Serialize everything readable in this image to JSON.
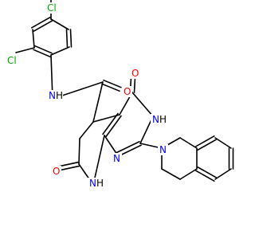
{
  "structure": {
    "atoms": [
      {
        "id": "cl1",
        "label": "Cl",
        "color": "#00aa00"
      },
      {
        "id": "cl2",
        "label": "Cl",
        "color": "#00aa00"
      },
      {
        "id": "nh_amide",
        "label": "N",
        "sub": "H",
        "color": "#0000ff"
      },
      {
        "id": "o_amide",
        "label": "O",
        "color": "#ff0000"
      },
      {
        "id": "o_pyr",
        "label": "O",
        "color": "#ff0000"
      },
      {
        "id": "n3",
        "label": "N",
        "sub": "H",
        "color": "#0000ff"
      },
      {
        "id": "n1",
        "label": "N",
        "color": "#0000ff"
      },
      {
        "id": "n_iq",
        "label": "N",
        "color": "#0000ff"
      },
      {
        "id": "nh8",
        "label": "N",
        "sub": "H",
        "color": "#0000ff"
      },
      {
        "id": "o7",
        "label": "O",
        "color": "#ff0000"
      }
    ],
    "bond_color": "#000000",
    "background": "#ffffff"
  }
}
